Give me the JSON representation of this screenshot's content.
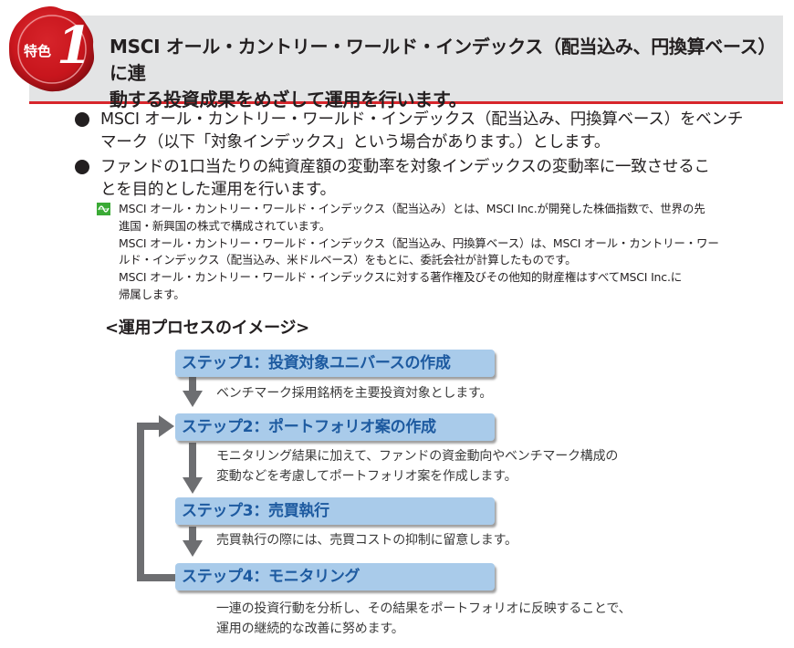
{
  "header": {
    "badge_label": "特色",
    "badge_number": "1",
    "title": "MSCI オール・カントリー・ワールド・インデックス（配当込み、円換算ベース）に連動する投資成果をめざして運用を行います。",
    "title_lines": [
      "MSCI オール・カントリー・ワールド・インデックス（配当込み、円換算ベース）に連",
      "動する投資成果をめざして運用を行います。"
    ],
    "badge_color": "#c8161d",
    "rule_color": "#d7262c",
    "banner_color": "#e3e4e5"
  },
  "bullets": [
    {
      "lines": [
        "MSCI オール・カントリー・ワールド・インデックス（配当込み、円換算ベース）をベンチ",
        "マーク（以下「対象インデックス」という場合があります。）とします。"
      ]
    },
    {
      "lines": [
        "ファンドの1口当たりの純資産額の変動率を対象インデックスの変動率に一致させるこ",
        "とを目的とした運用を行います。"
      ]
    }
  ],
  "note": {
    "icon": "index-wave-icon",
    "icon_color": "#3aaa35",
    "lines": [
      "MSCI オール・カントリー・ワールド・インデックス（配当込み）とは、MSCI Inc.が開発した株価指数で、世界の先",
      "進国・新興国の株式で構成されています。",
      "MSCI オール・カントリー・ワールド・インデックス（配当込み、円換算ベース）は、MSCI オール・カントリー・ワー",
      "ルド・インデックス（配当込み、米ドルベース）をもとに、委託会社が計算したものです。",
      "MSCI オール・カントリー・ワールド・インデックスに対する著作権及びその他知的財産権はすべてMSCI Inc.に",
      "帰属します。"
    ]
  },
  "process": {
    "title": "<運用プロセスのイメージ>",
    "box_color": "#a9cbea",
    "step_text_color": "#1d5aa0",
    "arrow_color": "#6d6e71",
    "steps": [
      {
        "label": "ステップ1：投資対象ユニバースの作成",
        "description": [
          "ベンチマーク採用銘柄を主要投資対象とします。"
        ]
      },
      {
        "label": "ステップ2：ポートフォリオ案の作成",
        "description": [
          "モニタリング結果に加えて、ファンドの資金動向やベンチマーク構成の",
          "変動などを考慮してポートフォリオ案を作成します。"
        ]
      },
      {
        "label": "ステップ3：売買執行",
        "description": [
          "売買執行の際には、売買コストの抑制に留意します。"
        ]
      },
      {
        "label": "ステップ4：モニタリング",
        "description": [
          "一連の投資行動を分析し、その結果をポートフォリオに反映することで、",
          "運用の継続的な改善に努めます。"
        ]
      }
    ]
  }
}
